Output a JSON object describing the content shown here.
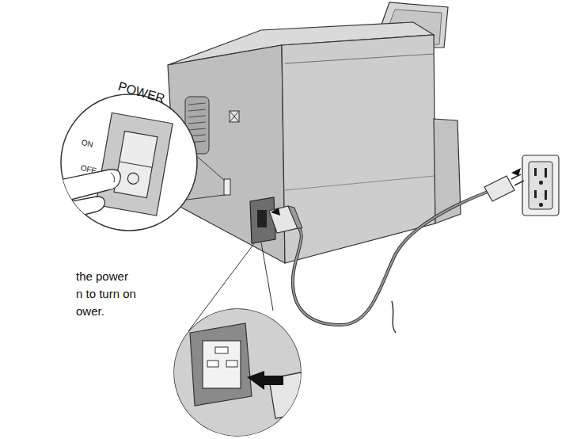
{
  "diagram": {
    "labels": [
      "POWER",
      "ON",
      "OFF",
      "the power n to turn on ower."
    ]
  }
}
